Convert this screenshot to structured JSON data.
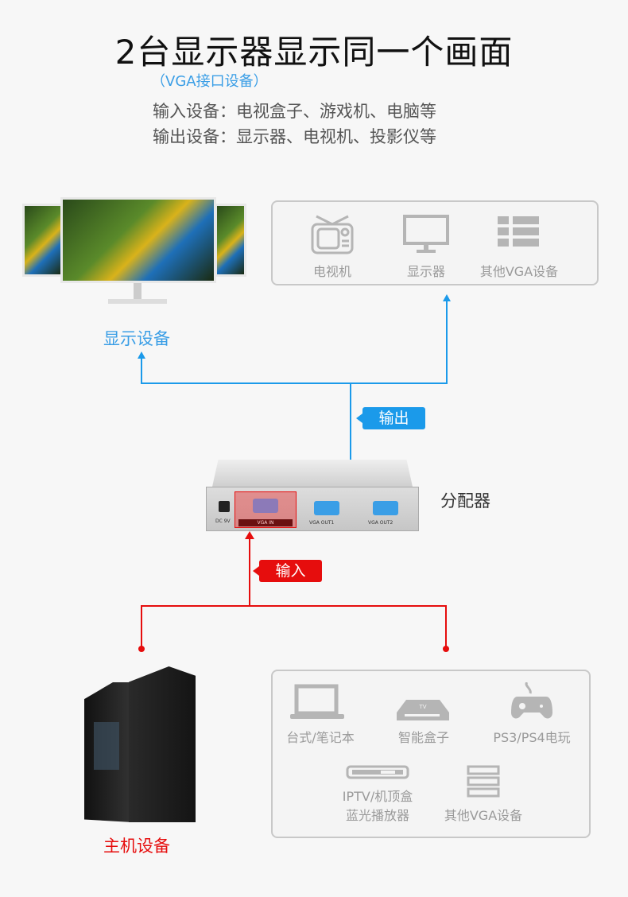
{
  "header": {
    "title": "2台显示器显示同一个画面",
    "subtitle": "（VGA接口设备）",
    "input_line": "输入设备：电视盒子、游戏机、电脑等",
    "output_line": "输出设备：显示器、电视机、投影仪等"
  },
  "output_devices": {
    "label": "显示设备",
    "items": [
      {
        "icon": "tv-icon",
        "label": "电视机"
      },
      {
        "icon": "monitor-icon",
        "label": "显示器"
      },
      {
        "icon": "list-icon",
        "label": "其他VGA设备"
      }
    ]
  },
  "splitter": {
    "label": "分配器",
    "ports": {
      "dc": "DC 9V",
      "in": "VGA IN",
      "out1": "VGA OUT1",
      "out2": "VGA OUT2"
    },
    "output_badge": "输出",
    "input_badge": "输入"
  },
  "input_devices": {
    "label": "主机设备",
    "items": [
      {
        "icon": "laptop-icon",
        "label": "台式/笔记本"
      },
      {
        "icon": "tv-box-icon",
        "label": "智能盒子"
      },
      {
        "icon": "gamepad-icon",
        "label": "PS3/PS4电玩"
      },
      {
        "icon": "settop-box-icon",
        "label": "IPTV/机顶盒",
        "label2": "蓝光播放器"
      },
      {
        "icon": "server-icon",
        "label": "其他VGA设备"
      }
    ]
  },
  "colors": {
    "blue": "#1b9aea",
    "red": "#e60d0d"
  }
}
